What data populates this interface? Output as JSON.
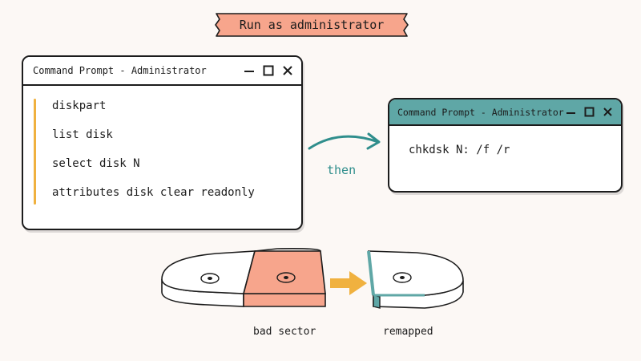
{
  "banner": {
    "text": "Run as administrator",
    "color": "#f7a58c"
  },
  "window_left": {
    "title": "Command Prompt - Administrator",
    "commands": [
      "diskpart",
      "list disk",
      "select disk N",
      "attributes disk clear readonly"
    ],
    "accent_color": "#f0b13f"
  },
  "connector": {
    "label": "then",
    "color": "#2f8e8c"
  },
  "window_right": {
    "title": "Command Prompt - Administrator",
    "command": "chkdsk N: /f /r",
    "titlebar_color": "#5fa7a6"
  },
  "disk_diagram": {
    "bad_label": "bad sector",
    "remapped_label": "remapped",
    "bad_sector_color": "#f7a58c",
    "remapped_color": "#5fa7a6",
    "arrow_color": "#f0b13f"
  },
  "icons": [
    "minimize-icon",
    "maximize-icon",
    "close-icon",
    "curved-arrow-icon",
    "right-arrow-icon"
  ]
}
